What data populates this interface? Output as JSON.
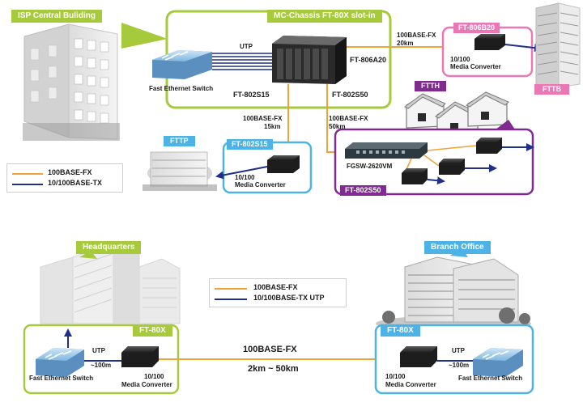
{
  "colors": {
    "green": "#a7c93c",
    "pink": "#e978b4",
    "purple": "#7f2b8f",
    "cyan": "#4db3e6",
    "orange": "#f2a33a",
    "navy": "#1f2f8a"
  },
  "top": {
    "isp_title": "ISP Central Buliding",
    "chassis_title": "MC-Chassis FT-80X slot-in",
    "switch_label": "Fast Ethernet Switch",
    "utp_label": "UTP",
    "chassis_model": "FT-806A20",
    "slot_left": "FT-802S15",
    "slot_right": "FT-802S50",
    "fttb": {
      "link_type": "100BASE-FX",
      "link_dist": "20km",
      "box_title": "FT-806B20",
      "device_line1": "10/100",
      "device_line2": "Media Converter",
      "tag": "FTTB"
    },
    "fttp": {
      "link_type": "100BASE-FX",
      "link_dist": "15km",
      "tag": "FTTP",
      "box_title": "FT-802S15",
      "device_line1": "10/100",
      "device_line2": "Media Converter"
    },
    "ftth": {
      "link_type": "100BASE-FX",
      "link_dist": "50km",
      "tag": "FTTH",
      "switch_label": "FGSW-2620VM",
      "box_title": "FT-802S50"
    },
    "legend": {
      "fx": "100BASE-FX",
      "tx": "10/100BASE-TX"
    }
  },
  "bottom": {
    "hq_title": "Headquarters",
    "branch_title": "Branch Office",
    "legend": {
      "fx": "100BASE-FX",
      "tx": "10/100BASE-TX UTP"
    },
    "hq": {
      "box_title": "FT-80X",
      "utp": "UTP",
      "dist": "~100m",
      "switch_label": "Fast Ethernet Switch",
      "device_line1": "10/100",
      "device_line2": "Media Converter"
    },
    "branch": {
      "box_title": "FT-80X",
      "utp": "UTP",
      "dist": "~100m",
      "switch_label": "Fast Ethernet Switch",
      "device_line1": "10/100",
      "device_line2": "Media Converter"
    },
    "link_type": "100BASE-FX",
    "link_dist": "2km ~ 50km"
  }
}
